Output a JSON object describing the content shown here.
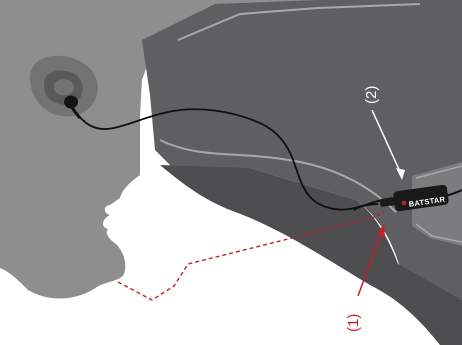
{
  "callouts": {
    "device_label": "(2)",
    "mount_label": "(1)"
  },
  "device": {
    "brand": "BATSTAR"
  },
  "colors": {
    "background": "#ffffff",
    "skin": "#8e8e8e",
    "helmet_shell": "#5f5f62",
    "helmet_edge": "#3b3b3d",
    "helmet_rim": "#a8a8ab",
    "helmet_padding": "#7c7c7e",
    "ear": "#737373",
    "ear_inner": "#5a5a5a",
    "cable": "#101010",
    "device_body": "#1a1a1a",
    "device_logo": "#c41e2a",
    "callout_device": "#ffffff",
    "callout_mount": "#c41e2a"
  }
}
